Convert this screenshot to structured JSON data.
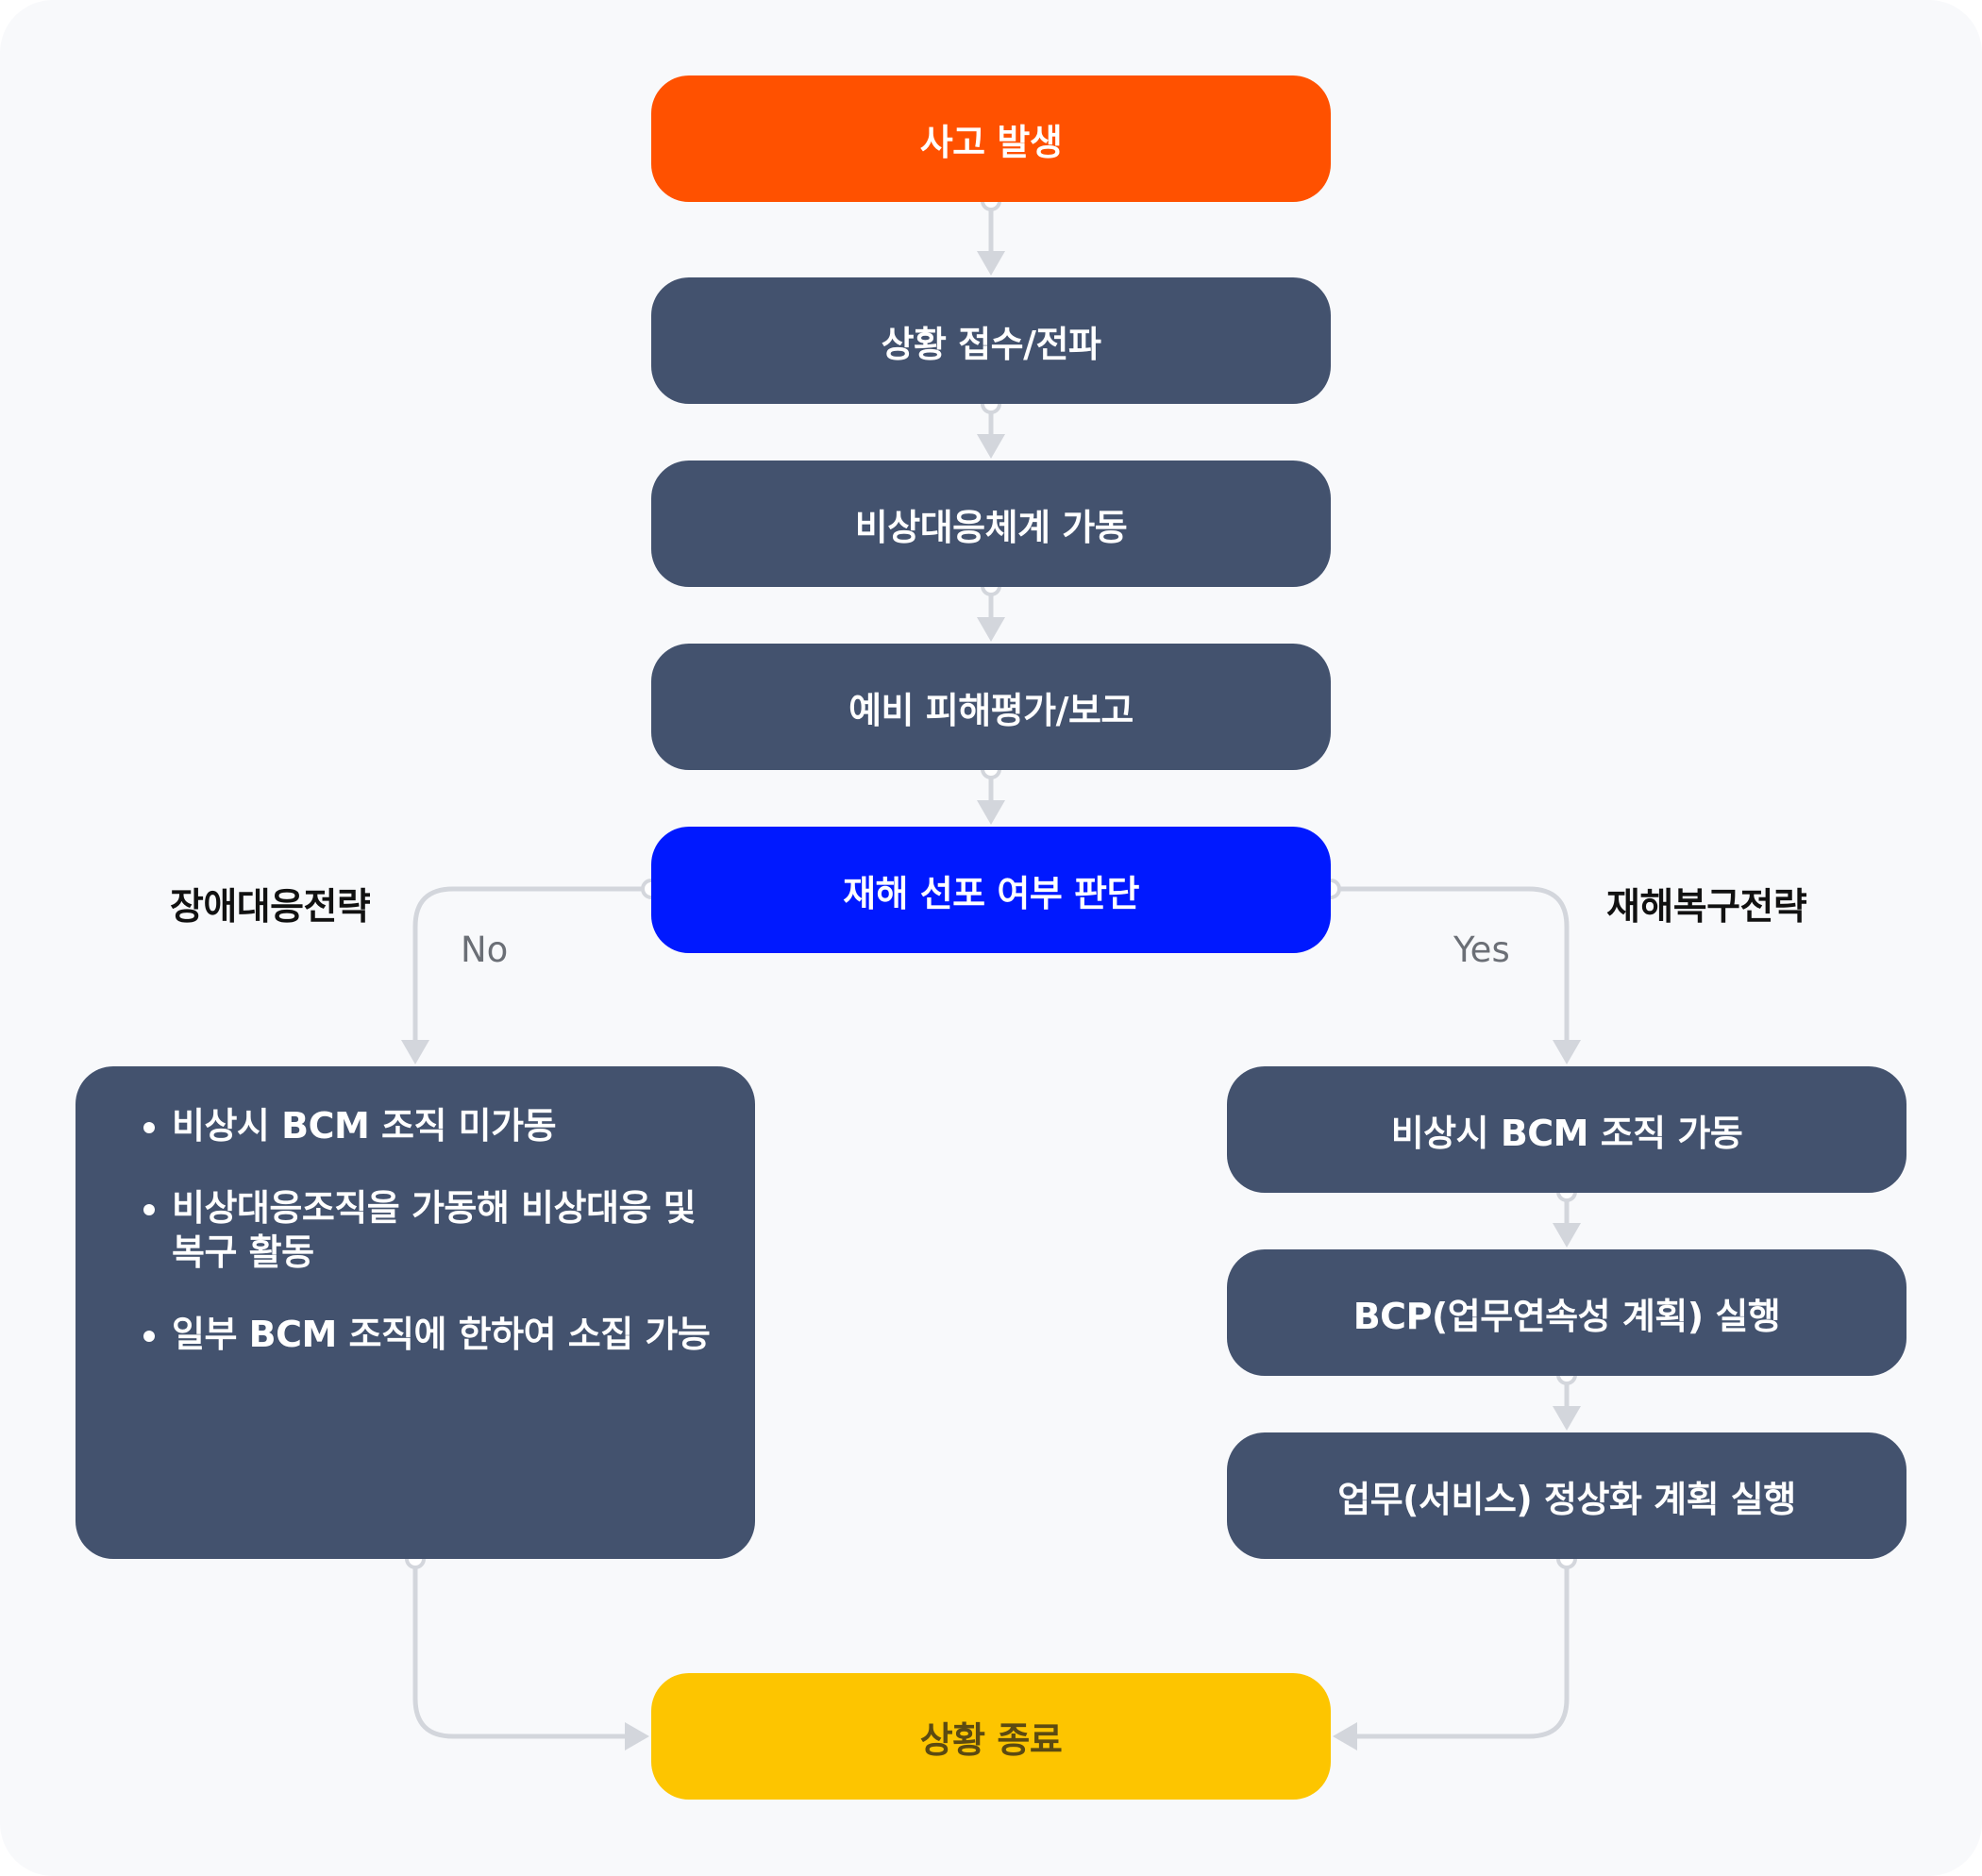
{
  "steps": {
    "incident": "사고 발생",
    "receive": "상황 접수/전파",
    "activate": "비상대응체계 가동",
    "assess": "예비 피해평가/보고",
    "decision": "재해 선포 여부 판단",
    "end": "상황 종료"
  },
  "left_branch": {
    "strategy_label": "장애대응전략",
    "answer_label": "No",
    "items": [
      "비상시 BCM 조직 미가동",
      "비상대응조직을 가동해 비상대응 및 복구 활동",
      "일부 BCM 조직에 한하여 소집 가능"
    ]
  },
  "right_branch": {
    "strategy_label": "재해복구전략",
    "answer_label": "Yes",
    "steps": [
      "비상시 BCM 조직 가동",
      "BCP(업무연속성 계획) 실행",
      "업무(서비스) 정상화 계획 실행"
    ]
  },
  "colors": {
    "background": "#f8f9fb",
    "node": "#43526e",
    "start": "#ff5100",
    "decision": "#0019ff",
    "end": "#fdc500",
    "connector": "#d3d6dc"
  }
}
